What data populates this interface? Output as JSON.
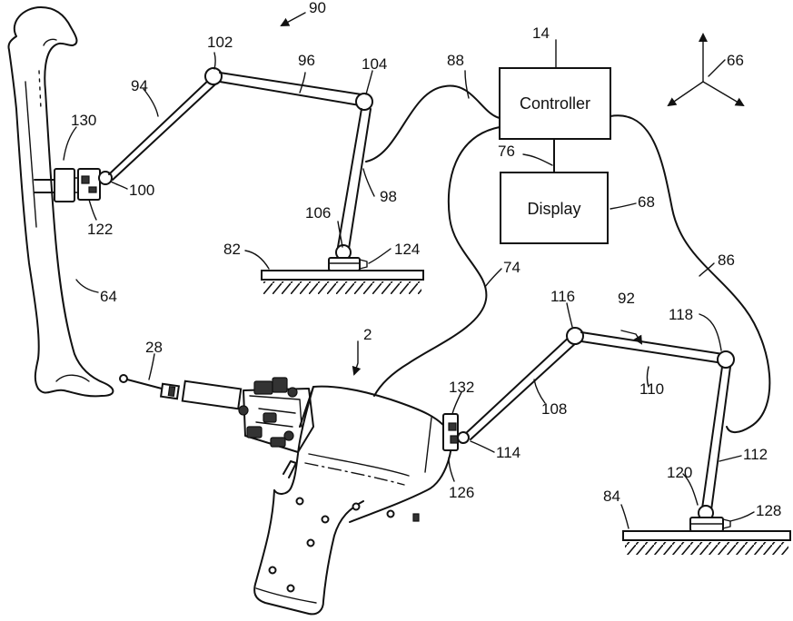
{
  "boxes": {
    "controller": "Controller",
    "display": "Display"
  },
  "labels": {
    "n90": "90",
    "n14": "14",
    "n66": "66",
    "n102": "102",
    "n104": "104",
    "n96": "96",
    "n94": "94",
    "n88": "88",
    "n130": "130",
    "n100": "100",
    "n122": "122",
    "n106": "106",
    "n98": "98",
    "n76": "76",
    "n68": "68",
    "n82": "82",
    "n124": "124",
    "n74": "74",
    "n86": "86",
    "n64": "64",
    "n28": "28",
    "n2": "2",
    "n116": "116",
    "n92": "92",
    "n118": "118",
    "n132": "132",
    "n108": "108",
    "n110": "110",
    "n114": "114",
    "n126": "126",
    "n120": "120",
    "n112": "112",
    "n84": "84",
    "n128": "128"
  }
}
